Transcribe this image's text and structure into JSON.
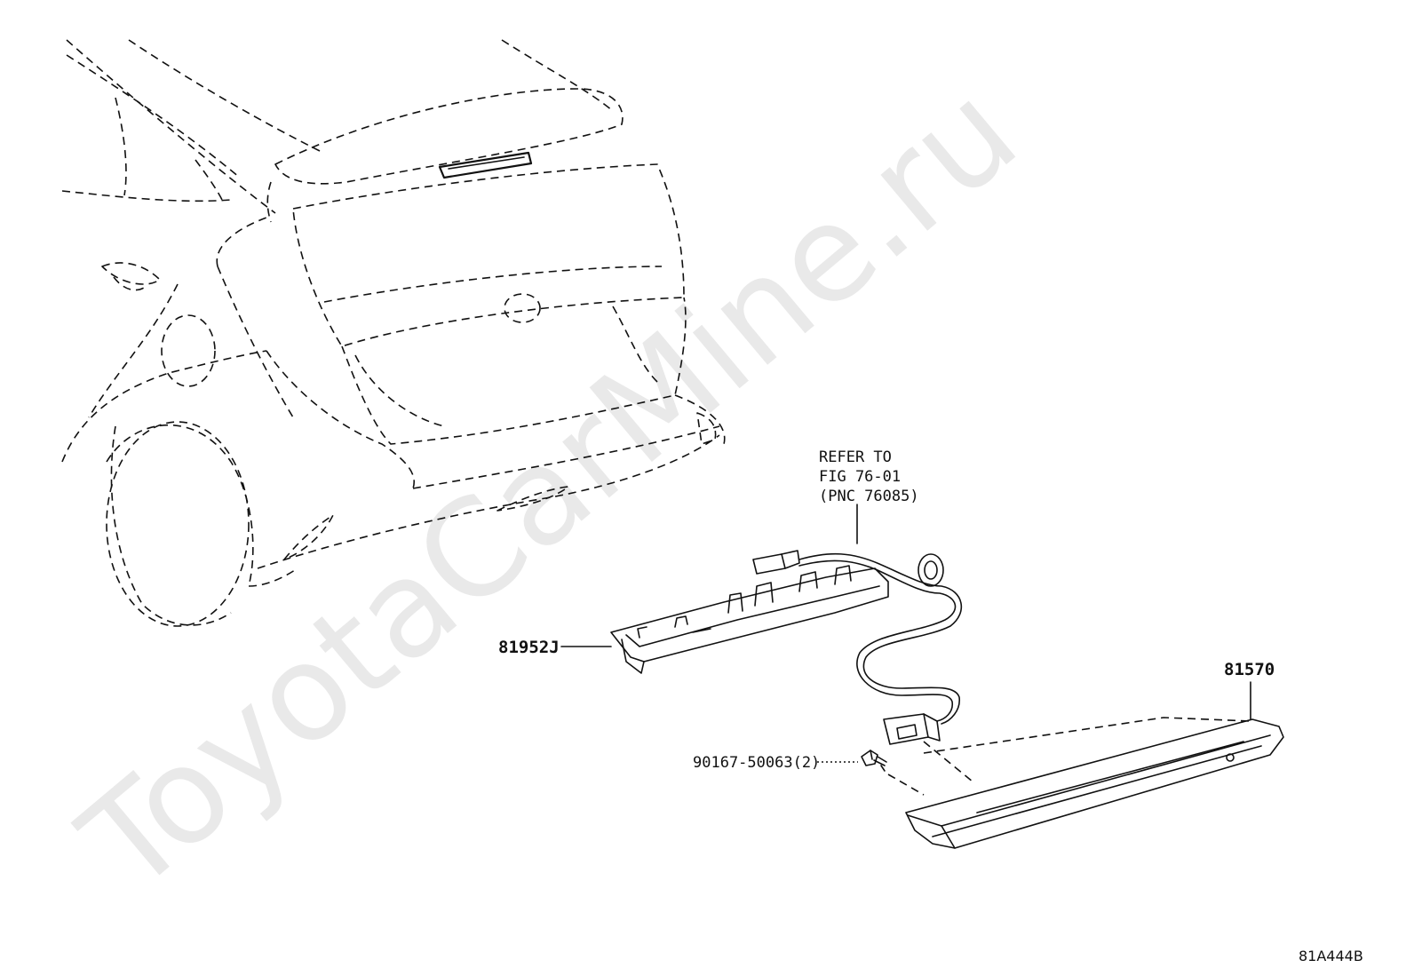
{
  "watermark": "ToyotaCarMine.ru",
  "labels": {
    "refer_line1": "REFER TO",
    "refer_line2": "FIG 76-01",
    "refer_line3": "(PNC 76085)",
    "part_81952J": "81952J",
    "part_81570": "81570",
    "part_screw": "90167-50063(2)"
  },
  "figure_code": "81A444B"
}
